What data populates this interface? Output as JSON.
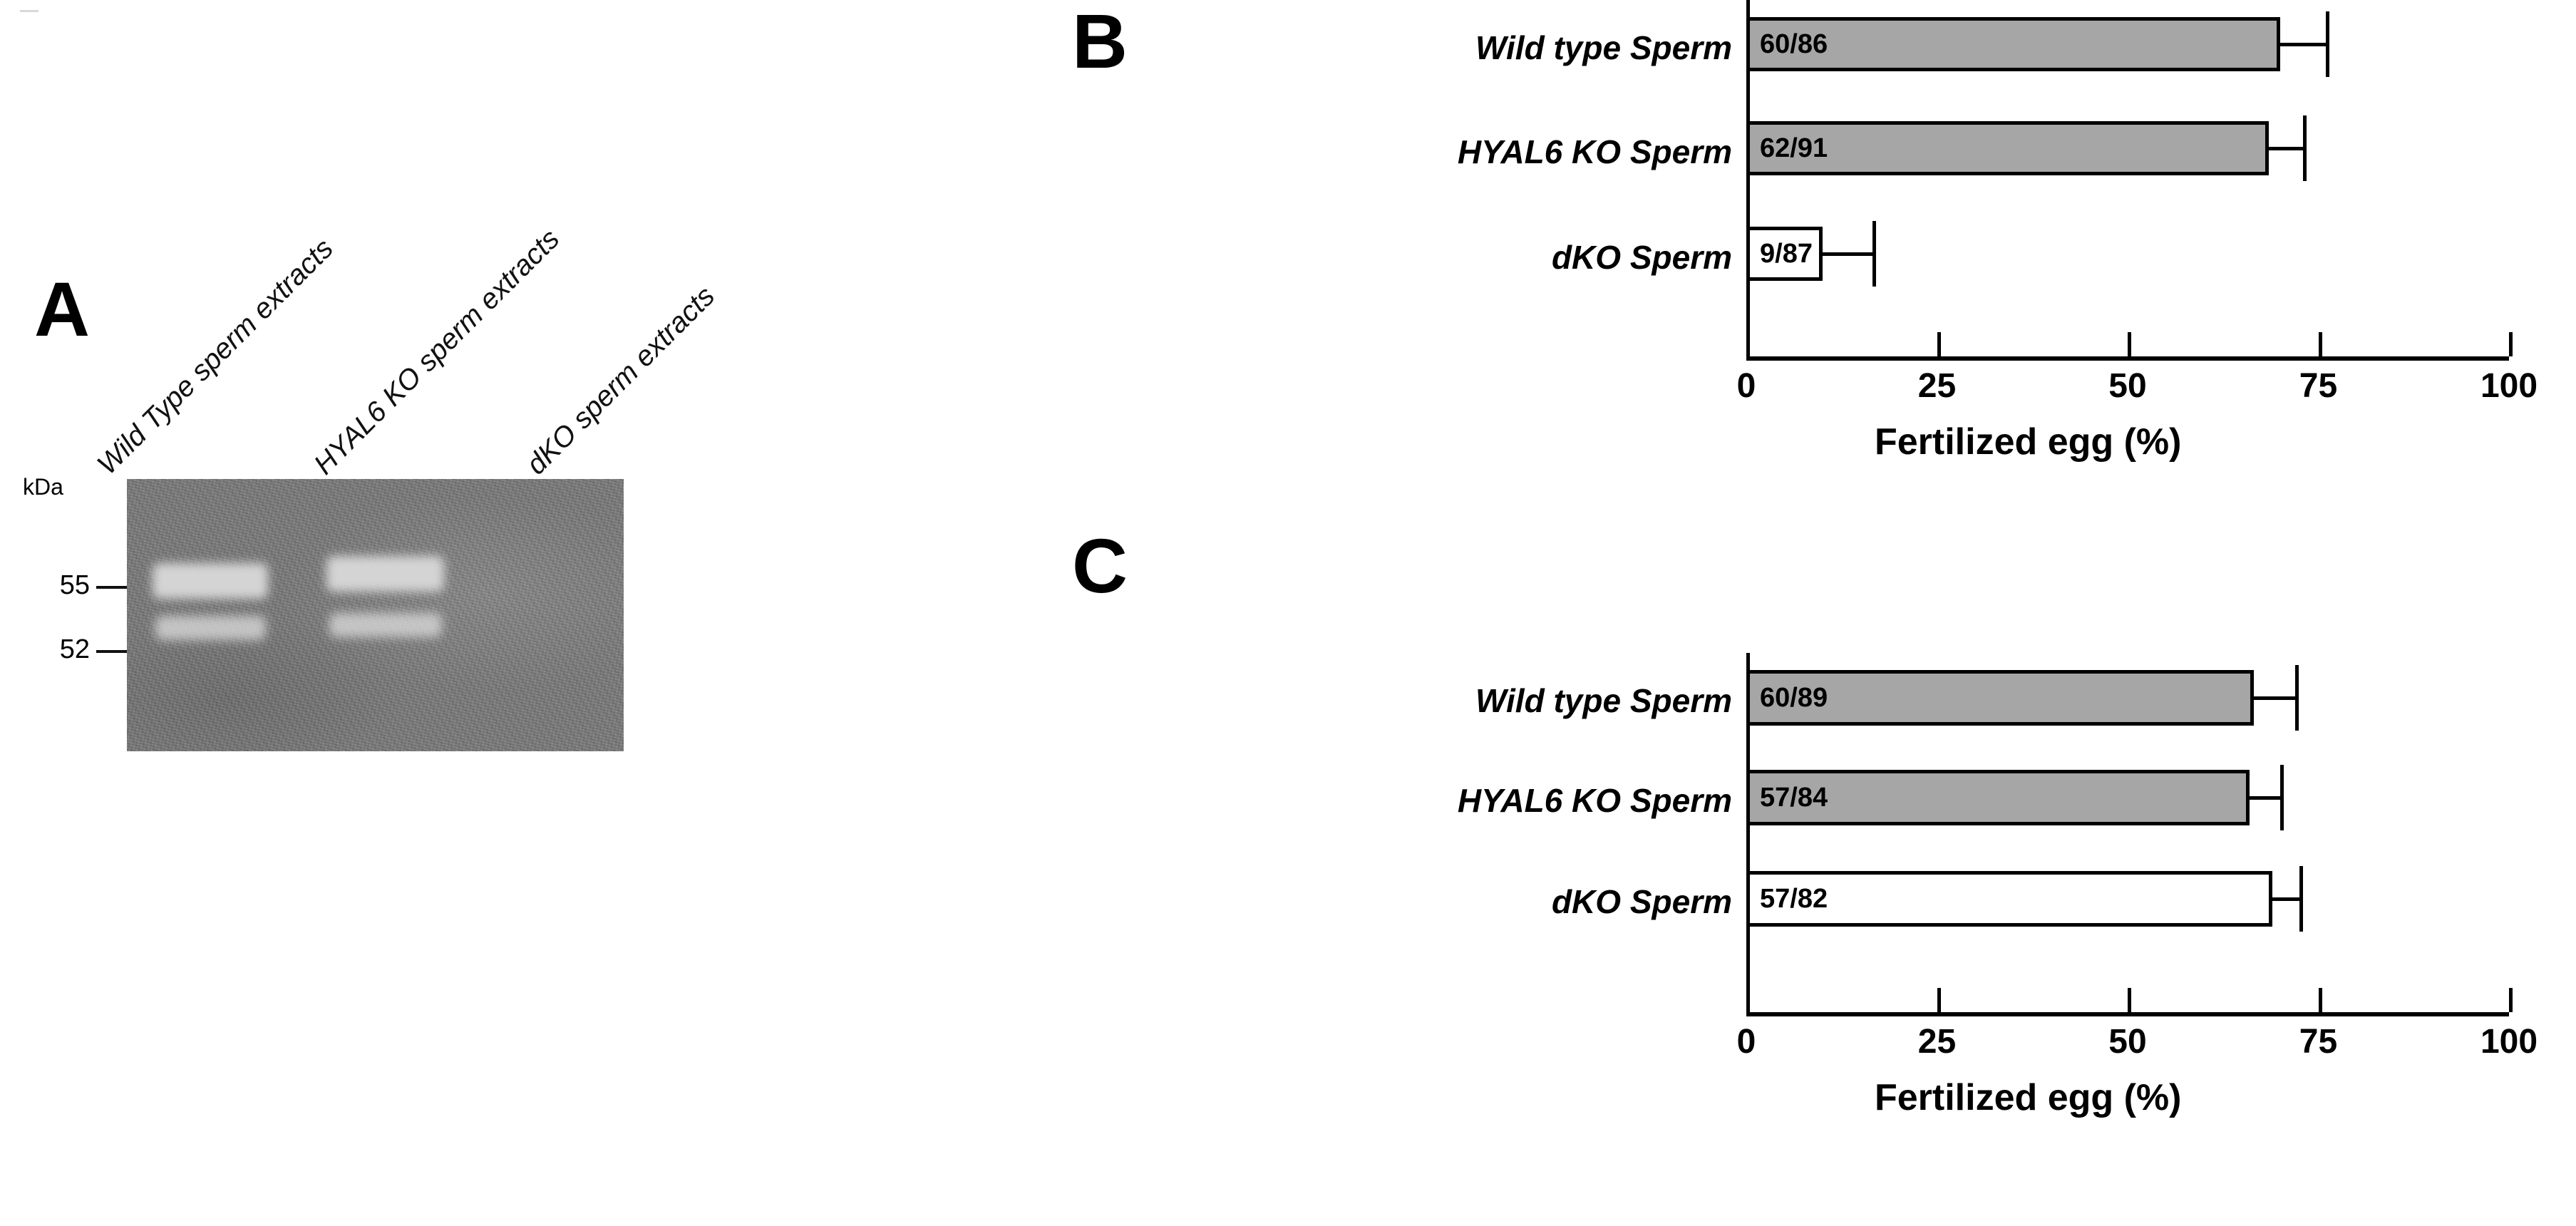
{
  "figure": {
    "panel_a_letter": "A",
    "panel_b_letter": "B",
    "panel_c_letter": "C"
  },
  "panel_a": {
    "kda_label": "kDa",
    "lane_labels": [
      "Wild Type sperm extracts",
      "HYAL6 KO sperm extracts",
      "dKO sperm extracts"
    ],
    "mw_markers": [
      "55",
      "52"
    ],
    "blot_background_color": "#787878",
    "band_color": "#d4d4d4"
  },
  "chart_data": [
    {
      "panel": "B",
      "type": "bar",
      "orientation": "horizontal",
      "title": "",
      "xlabel": "Fertilized egg (%)",
      "ylabel": "",
      "xlim": [
        0,
        100
      ],
      "xticks": [
        0,
        25,
        50,
        75,
        100
      ],
      "xticklabels": [
        "0",
        "25",
        "50",
        "75",
        "100"
      ],
      "grid": false,
      "legend": "none",
      "categories": [
        "Wild  type Sperm",
        "HYAL6  KO Sperm",
        "dKO Sperm"
      ],
      "values": [
        70,
        68.5,
        10
      ],
      "errors": [
        6.0,
        4.5,
        6.5
      ],
      "data_labels": [
        "60/86",
        "62/91",
        "9/87"
      ],
      "bar_fills": [
        "#a6a6a6",
        "#a6a6a6",
        "#ffffff"
      ],
      "bar_edge_color": "#000000"
    },
    {
      "panel": "C",
      "type": "bar",
      "orientation": "horizontal",
      "title": "",
      "xlabel": "Fertilized  egg (%)",
      "ylabel": "",
      "xlim": [
        0,
        100
      ],
      "xticks": [
        0,
        25,
        50,
        75,
        100
      ],
      "xticklabels": [
        "0",
        "25",
        "50",
        "75",
        "100"
      ],
      "grid": false,
      "legend": "none",
      "categories": [
        "Wild type Sperm",
        "HYAL6 KO Sperm",
        "dKO Sperm"
      ],
      "values": [
        66.5,
        66.0,
        69.0
      ],
      "errors": [
        5.5,
        4.0,
        3.5
      ],
      "data_labels": [
        "60/89",
        "57/84",
        "57/82"
      ],
      "bar_fills": [
        "#a6a6a6",
        "#a6a6a6",
        "#ffffff"
      ],
      "bar_edge_color": "#000000"
    }
  ]
}
